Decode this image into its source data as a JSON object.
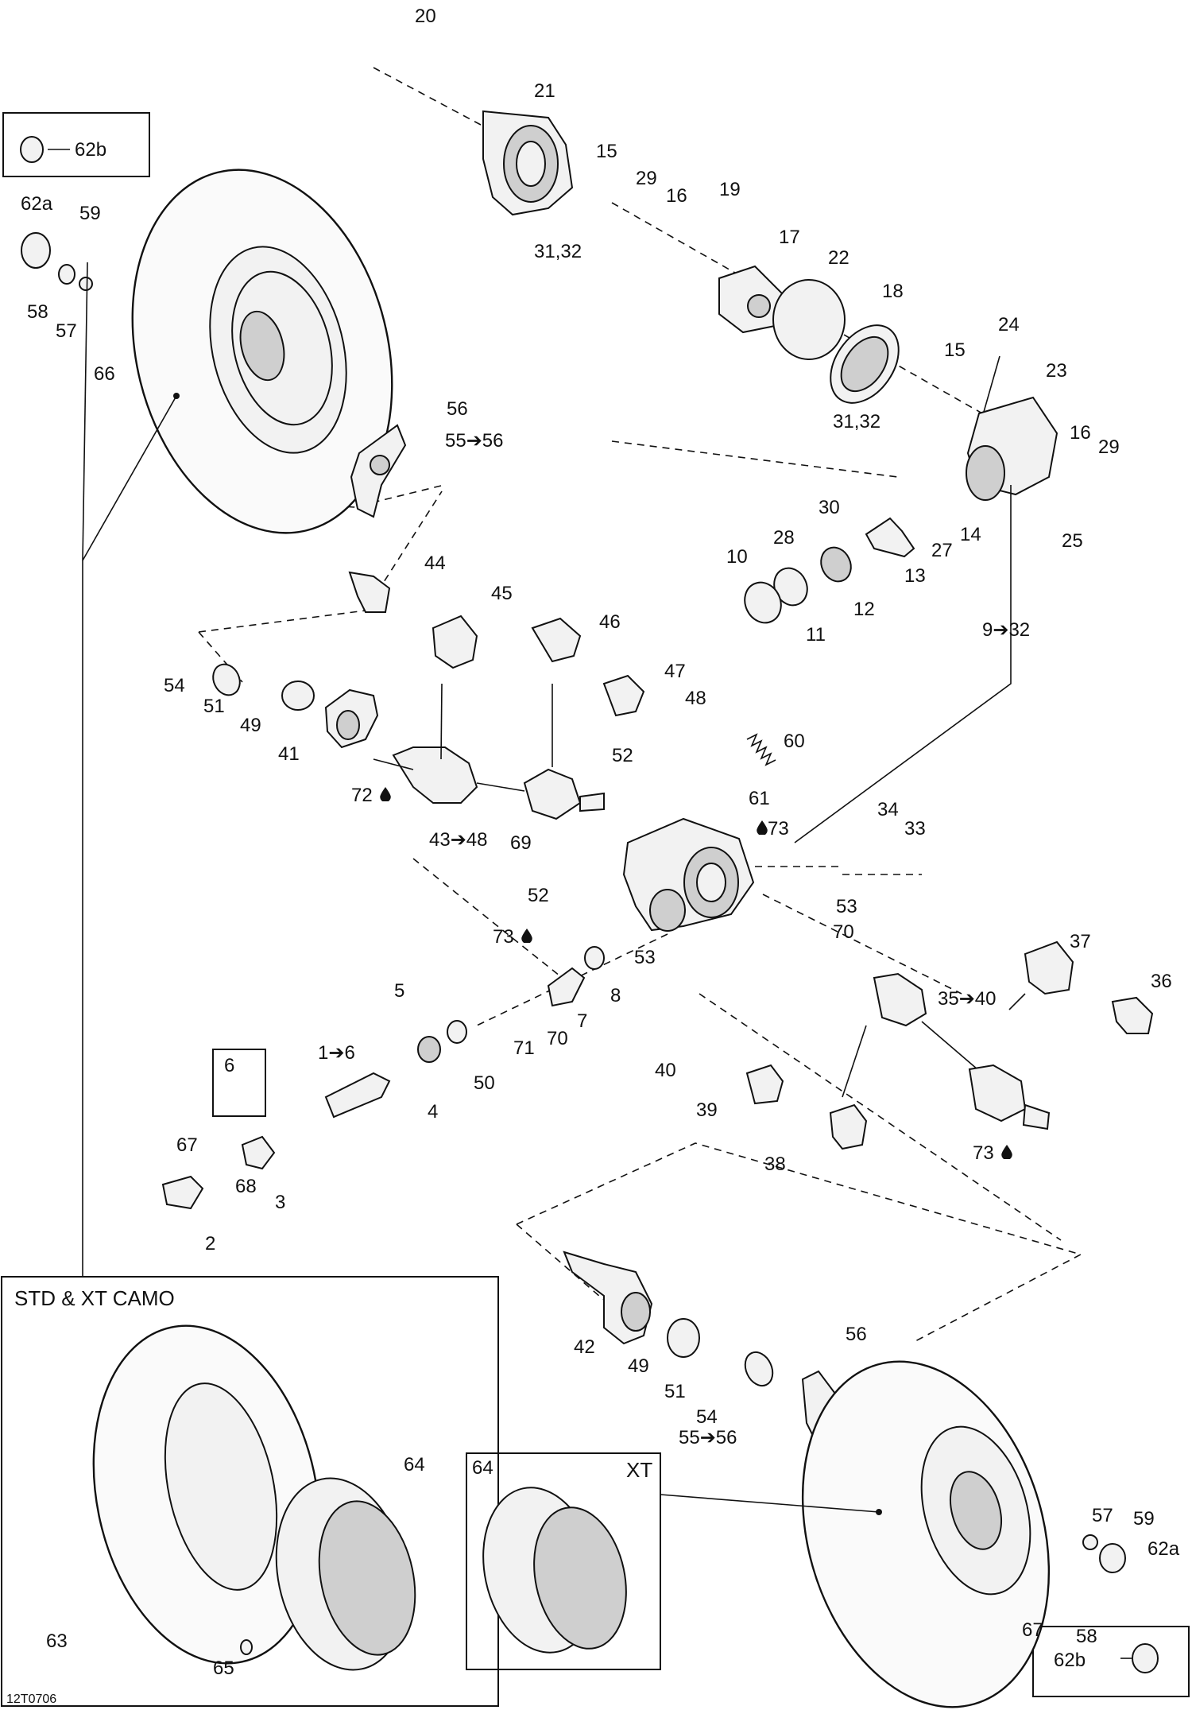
{
  "diagram_code": "12T0706",
  "callouts": [
    {
      "id": "c20",
      "text": "20"
    },
    {
      "id": "c21",
      "text": "21"
    },
    {
      "id": "c15a",
      "text": "15"
    },
    {
      "id": "c29a",
      "text": "29"
    },
    {
      "id": "c16a",
      "text": "16"
    },
    {
      "id": "c19",
      "text": "19"
    },
    {
      "id": "c3132a",
      "text": "31,32"
    },
    {
      "id": "c17",
      "text": "17"
    },
    {
      "id": "c22",
      "text": "22"
    },
    {
      "id": "c18",
      "text": "18"
    },
    {
      "id": "c24",
      "text": "24"
    },
    {
      "id": "c23",
      "text": "23"
    },
    {
      "id": "c15b",
      "text": "15"
    },
    {
      "id": "c3132b",
      "text": "31,32"
    },
    {
      "id": "c16b",
      "text": "16"
    },
    {
      "id": "c29b",
      "text": "29"
    },
    {
      "id": "c25",
      "text": "25"
    },
    {
      "id": "c30",
      "text": "30"
    },
    {
      "id": "c28",
      "text": "28"
    },
    {
      "id": "c10",
      "text": "10"
    },
    {
      "id": "c27",
      "text": "27"
    },
    {
      "id": "c14",
      "text": "14"
    },
    {
      "id": "c13",
      "text": "13"
    },
    {
      "id": "c12",
      "text": "12"
    },
    {
      "id": "c11",
      "text": "11"
    },
    {
      "id": "c9_32",
      "text": "9➔32"
    },
    {
      "id": "c62b_tl",
      "text": "62b"
    },
    {
      "id": "c62a_l",
      "text": "62a"
    },
    {
      "id": "c59_l",
      "text": "59"
    },
    {
      "id": "c58_l",
      "text": "58"
    },
    {
      "id": "c57_l",
      "text": "57"
    },
    {
      "id": "c66",
      "text": "66"
    },
    {
      "id": "c56_t",
      "text": "56"
    },
    {
      "id": "c55_56_t",
      "text": "55➔56"
    },
    {
      "id": "c44",
      "text": "44"
    },
    {
      "id": "c45",
      "text": "45"
    },
    {
      "id": "c46",
      "text": "46"
    },
    {
      "id": "c47",
      "text": "47"
    },
    {
      "id": "c48",
      "text": "48"
    },
    {
      "id": "c54_t",
      "text": "54"
    },
    {
      "id": "c51_t",
      "text": "51"
    },
    {
      "id": "c49_t",
      "text": "49"
    },
    {
      "id": "c41",
      "text": "41"
    },
    {
      "id": "c72",
      "text": "72"
    },
    {
      "id": "c43_48",
      "text": "43➔48"
    },
    {
      "id": "c52a",
      "text": "52"
    },
    {
      "id": "c60",
      "text": "60"
    },
    {
      "id": "c61",
      "text": "61"
    },
    {
      "id": "c69",
      "text": "69"
    },
    {
      "id": "c73a",
      "text": "73"
    },
    {
      "id": "c34",
      "text": "34"
    },
    {
      "id": "c33",
      "text": "33"
    },
    {
      "id": "c52b",
      "text": "52"
    },
    {
      "id": "c53a",
      "text": "53"
    },
    {
      "id": "c70a",
      "text": "70"
    },
    {
      "id": "c73b",
      "text": "73"
    },
    {
      "id": "c53b",
      "text": "53"
    },
    {
      "id": "c8",
      "text": "8"
    },
    {
      "id": "c5",
      "text": "5"
    },
    {
      "id": "c7",
      "text": "7"
    },
    {
      "id": "c70b",
      "text": "70"
    },
    {
      "id": "c71",
      "text": "71"
    },
    {
      "id": "c1_6",
      "text": "1➔6"
    },
    {
      "id": "c50",
      "text": "50"
    },
    {
      "id": "c4",
      "text": "4"
    },
    {
      "id": "c6",
      "text": "6"
    },
    {
      "id": "c67_l",
      "text": "67"
    },
    {
      "id": "c68",
      "text": "68"
    },
    {
      "id": "c3",
      "text": "3"
    },
    {
      "id": "c2",
      "text": "2"
    },
    {
      "id": "c37",
      "text": "37"
    },
    {
      "id": "c35_40",
      "text": "35➔40"
    },
    {
      "id": "c36",
      "text": "36"
    },
    {
      "id": "c40",
      "text": "40"
    },
    {
      "id": "c39",
      "text": "39"
    },
    {
      "id": "c38",
      "text": "38"
    },
    {
      "id": "c73c",
      "text": "73"
    },
    {
      "id": "c42",
      "text": "42"
    },
    {
      "id": "c49_b",
      "text": "49"
    },
    {
      "id": "c51_b",
      "text": "51"
    },
    {
      "id": "c54_b",
      "text": "54"
    },
    {
      "id": "c56_b",
      "text": "56"
    },
    {
      "id": "c55_56_b",
      "text": "55➔56"
    },
    {
      "id": "c64a",
      "text": "64"
    },
    {
      "id": "c64b",
      "text": "64"
    },
    {
      "id": "c63",
      "text": "63"
    },
    {
      "id": "c65",
      "text": "65"
    },
    {
      "id": "c57_r",
      "text": "57"
    },
    {
      "id": "c59_r",
      "text": "59"
    },
    {
      "id": "c62a_r",
      "text": "62a"
    },
    {
      "id": "c67_r",
      "text": "67"
    },
    {
      "id": "c58_r",
      "text": "58"
    },
    {
      "id": "c62b_br",
      "text": "62b"
    }
  ],
  "variant_labels": {
    "std_xt_camo": "STD & XT CAMO",
    "xt": "XT"
  },
  "icons": {
    "oil_drop": "oil-drop-icon",
    "arrow_right": "➔"
  }
}
